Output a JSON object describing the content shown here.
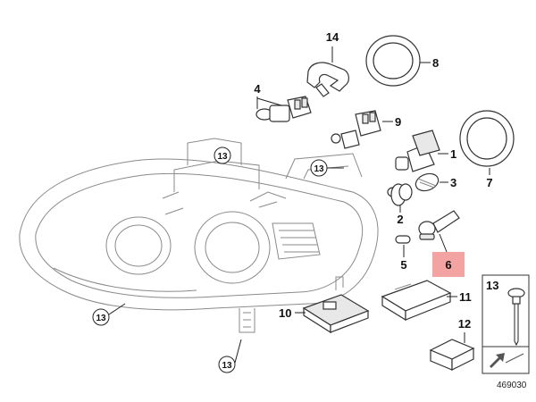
{
  "diagram": {
    "figure_number": "469030",
    "highlight_color": "#f4a3a3",
    "callouts": {
      "c1": "1",
      "c2": "2",
      "c3": "3",
      "c4": "4",
      "c5": "5",
      "c6": "6",
      "c7": "7",
      "c8": "8",
      "c9": "9",
      "c10": "10",
      "c11": "11",
      "c12": "12",
      "c13": "13",
      "c14": "14"
    }
  }
}
